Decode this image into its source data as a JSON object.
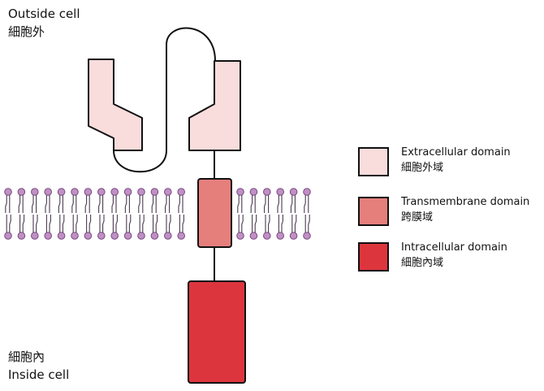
{
  "labels": {
    "outside_en": "Outside cell",
    "outside_zh": "細胞外",
    "inside_zh": "細胞內",
    "inside_en": "Inside cell"
  },
  "colors": {
    "extracellular": "#f9dcdc",
    "transmembrane": "#e57f7c",
    "intracellular": "#dd353d",
    "lipid": "#c090c4",
    "outline": "#111111"
  },
  "legend": {
    "items": [
      {
        "en": "Extracellular domain",
        "zh": "細胞外域",
        "color": "#f9dcdc"
      },
      {
        "en": "Transmembrane domain",
        "zh": "跨膜域",
        "color": "#e57f7c"
      },
      {
        "en": "Intracellular domain",
        "zh": "細胞內域",
        "color": "#dd353d"
      }
    ]
  }
}
